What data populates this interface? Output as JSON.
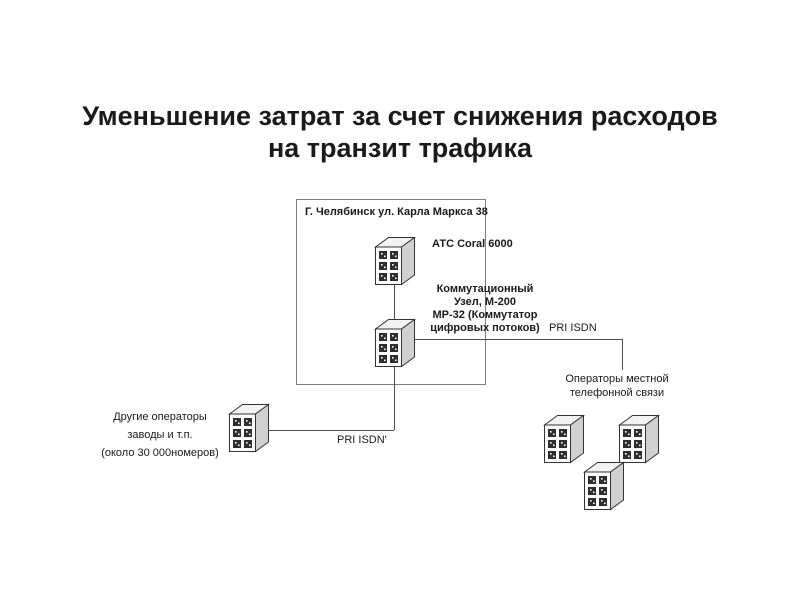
{
  "title": {
    "text": "Уменьшение затрат за счет снижения расходов\nна транзит трафика"
  },
  "diagram": {
    "site_label": "Г. Челябинск ул. Карла Маркса 38",
    "pbx_label": "АТС Coral 6000",
    "node_label": "Коммутационный\nУзел, М-200\nМР-32 (Коммутатор\nцифровых потоков)",
    "link_right_label": "PRI ISDN",
    "link_left_label": "PRI ISDN'",
    "local_operators_label": "Операторы местной\nтелефонной связи",
    "other_operators_label": "Другие операторы\nзаводы и т.п.\n(около 30 000номеров)"
  },
  "icons": {
    "pbx_icon": "pbx-switch-icon"
  },
  "colors": {
    "text": "#1a1a1a",
    "line": "#4d4d4d",
    "box_border": "#808080",
    "icon_front": "#ffffff",
    "icon_top": "#f2f2f2",
    "icon_side": "#d0d0d0",
    "icon_port": "#2e2e2e",
    "icon_stroke": "#333333"
  }
}
